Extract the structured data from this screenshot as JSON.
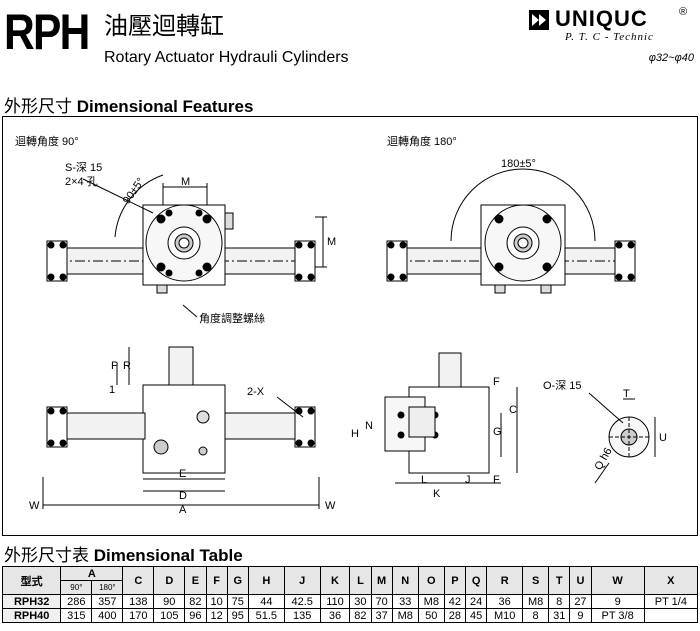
{
  "header": {
    "model": "RPH",
    "title_zh": "油壓迴轉缸",
    "title_en": "Rotary Actuator Hydrauli Cylinders",
    "brand": "UNIQUC",
    "brand_mark": "®",
    "brand_sub": "P. T. C - Technic",
    "bore_range": "φ32~φ40"
  },
  "sections": {
    "features_zh": "外形尺寸",
    "features_en": "Dimensional Features",
    "table_zh": "外形尺寸表",
    "table_en": "Dimensional Table"
  },
  "drawing": {
    "view90": "迴轉角度 90°",
    "view180": "迴轉角度 180°",
    "hole_label": "S-深 15",
    "hole_count": "2×4 孔",
    "angle90": "90±5°",
    "angle180": "180±5°",
    "adjust_screw": "角度調整螺絲",
    "two_x": "2-X",
    "o_depth": "O-深 15",
    "letters": {
      "M": "M",
      "P": "P",
      "R": "R",
      "one": "1",
      "E": "E",
      "D": "D",
      "A": "A",
      "W": "W",
      "H": "H",
      "N": "N",
      "G": "G",
      "C": "C",
      "F": "F",
      "L": "L",
      "J": "J",
      "K": "K",
      "T": "T",
      "U": "U",
      "Q": "Q h6"
    }
  },
  "table": {
    "header_model": "型式",
    "header_A": "A",
    "sub_90": "90°",
    "sub_180": "180°",
    "columns": [
      "C",
      "D",
      "E",
      "F",
      "G",
      "H",
      "J",
      "K",
      "L",
      "M",
      "N",
      "O",
      "P",
      "Q",
      "R",
      "S",
      "T",
      "U",
      "W",
      "X"
    ],
    "rows": [
      {
        "model": "RPH32",
        "A90": "286",
        "A180": "357",
        "values": [
          "138",
          "90",
          "82",
          "10",
          "75",
          "44",
          "42.5",
          "110",
          "30",
          "70",
          "33",
          "M8",
          "42",
          "24",
          "36",
          "M8",
          "8",
          "27",
          "9",
          "PT 1/4"
        ]
      },
      {
        "model": "RPH40",
        "A90": "315",
        "A180": "400",
        "values": [
          "170",
          "105",
          "96",
          "12",
          "95",
          "51.5",
          "135",
          "36",
          "82",
          "37",
          "M8",
          "50",
          "28",
          "45",
          "M10",
          "8",
          "31",
          "9",
          "PT 3/8",
          ""
        ]
      }
    ]
  }
}
